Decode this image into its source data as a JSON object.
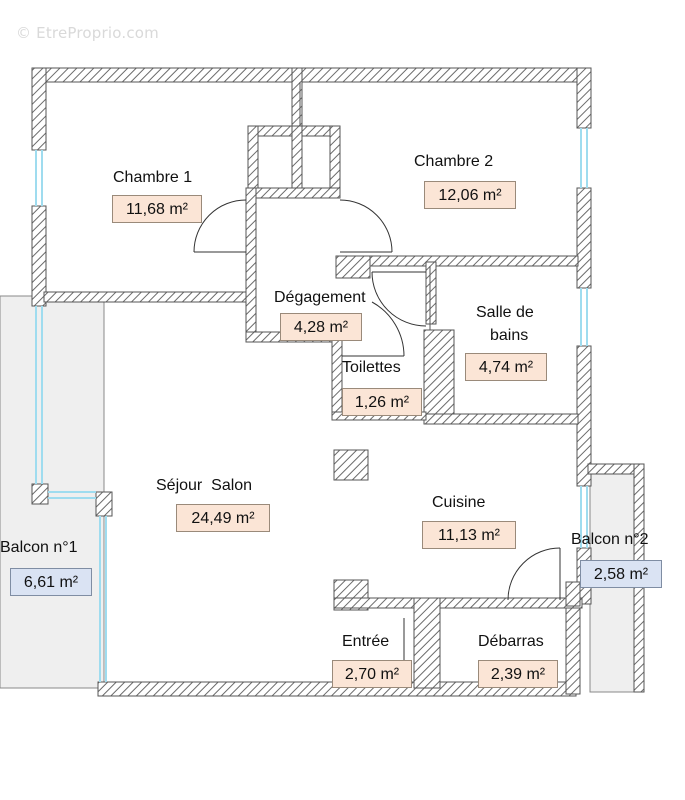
{
  "watermark": "© EtreProprio.com",
  "rooms": {
    "chambre1": {
      "name": "Chambre 1",
      "area": "11,68 m²"
    },
    "chambre2": {
      "name": "Chambre 2",
      "area": "12,06 m²"
    },
    "degagement": {
      "name": "Dégagement",
      "area": "4,28 m²"
    },
    "salle_de_bains": {
      "name_line1": "Salle de",
      "name_line2": "bains",
      "area": "4,74 m²"
    },
    "toilettes": {
      "name": "Toilettes",
      "area": "1,26 m²"
    },
    "sejour": {
      "name": "Séjour  Salon",
      "area": "24,49 m²"
    },
    "cuisine": {
      "name": "Cuisine",
      "area": "11,13 m²"
    },
    "balcon1": {
      "name": "Balcon n°1",
      "area": "6,61 m²"
    },
    "balcon2": {
      "name": "Balcon n°2",
      "area": "2,58 m²"
    },
    "entree": {
      "name": "Entrée",
      "area": "2,70 m²"
    },
    "debarras": {
      "name": "Débarras",
      "area": "2,39 m²"
    }
  },
  "colors": {
    "room_label_bg": "#fbe5d6",
    "balcony_label_bg": "#dae3f3",
    "wall_hatch": "#6b6b6b",
    "window": "#9fdcef",
    "balcony_floor": "#efefef"
  }
}
